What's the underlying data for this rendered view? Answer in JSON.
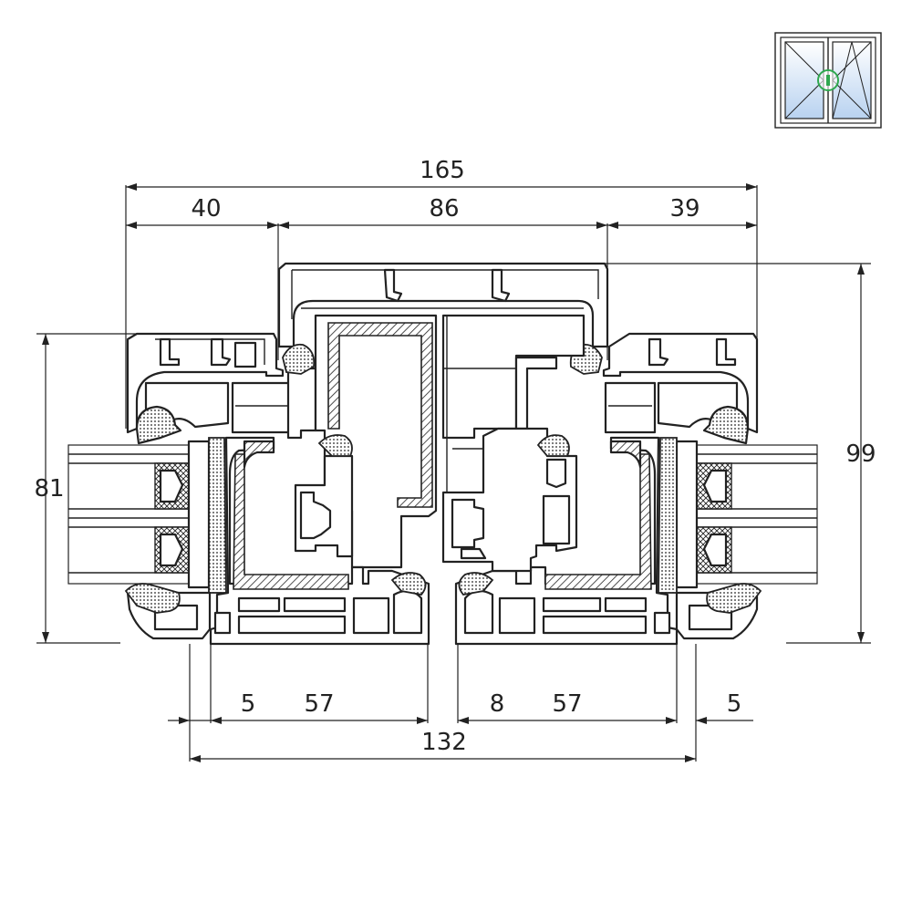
{
  "dimensions": {
    "overall_top": "165",
    "top_left": "40",
    "top_middle": "86",
    "top_right": "39",
    "left_height": "81",
    "right_height": "99",
    "bottom_left_small": "5",
    "bottom_left_sash": "57",
    "bottom_right_small": "8",
    "bottom_right_sash": "57",
    "bottom_far_right": "5",
    "overall_bottom": "132"
  },
  "icon": {
    "name": "double-casement-window-icon",
    "frame_color": "#222222",
    "glass_color": "#c9dcf2",
    "handle_color": "#2fa84f"
  }
}
